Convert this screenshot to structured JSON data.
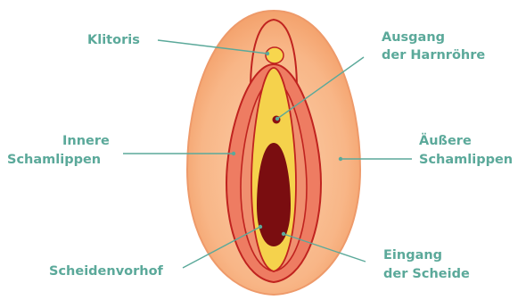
{
  "labels": {
    "clitoris": "Klitoris",
    "urethra_line1": "Ausgang",
    "urethra_line2": "der Harnröhre",
    "inner_line1": "Innere",
    "inner_line2": "Schamlippen",
    "outer_line1": "Äußere",
    "outer_line2": "Schamlippen",
    "vestibule": "Scheidenvorhof",
    "vagina_line1": "Eingang",
    "vagina_line2": "der Scheide"
  },
  "colors": {
    "label": "#5ba99a",
    "outer_labia_fill": "#f4a773",
    "outer_labia_inner": "#fbc59c",
    "outline": "#c0231f",
    "inner_labia_fill": "#ee7c62",
    "vestibule_fill": "#f5d24c",
    "vagina_fill": "#7a0d10",
    "clitoris_fill": "#f7d64e",
    "urethra_fill": "#8b0f12"
  }
}
